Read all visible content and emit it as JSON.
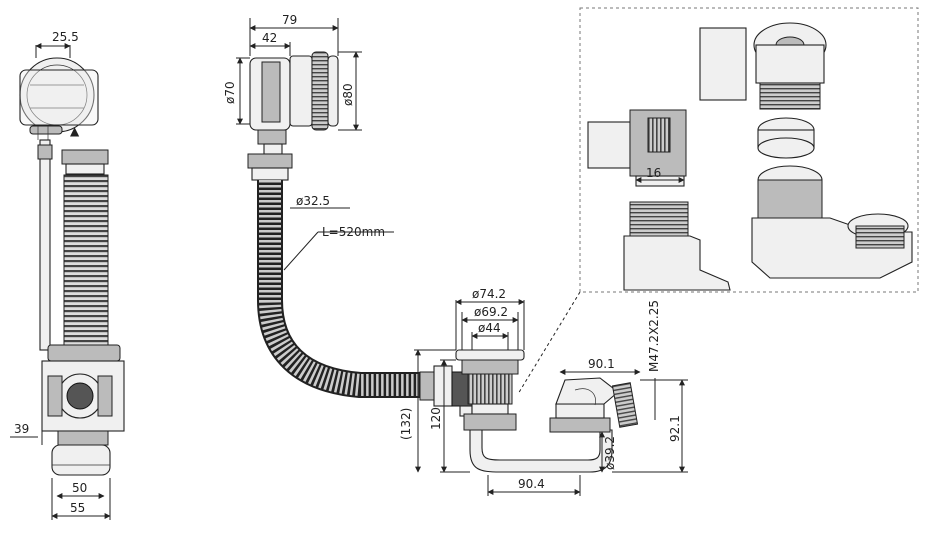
{
  "front": {
    "d_top": "25.5",
    "d_left": "39",
    "d_w50": "50",
    "d_w55": "55"
  },
  "side": {
    "d_79": "79",
    "d_42": "42",
    "d_o70": "ø70",
    "d_o80": "ø80",
    "d_hose_dia": "ø32.5",
    "d_hose_len": "L=520mm"
  },
  "trap": {
    "d_742": "ø74.2",
    "d_692": "ø69.2",
    "d_44": "ø44",
    "d_901": "90.1",
    "d_904": "90.4",
    "d_thread": "M47.2X2.25",
    "d_921": "92.1",
    "d_392": "ø39.2",
    "d_120": "120",
    "d_132": "(132)"
  },
  "detail": {
    "d_16": "16"
  }
}
